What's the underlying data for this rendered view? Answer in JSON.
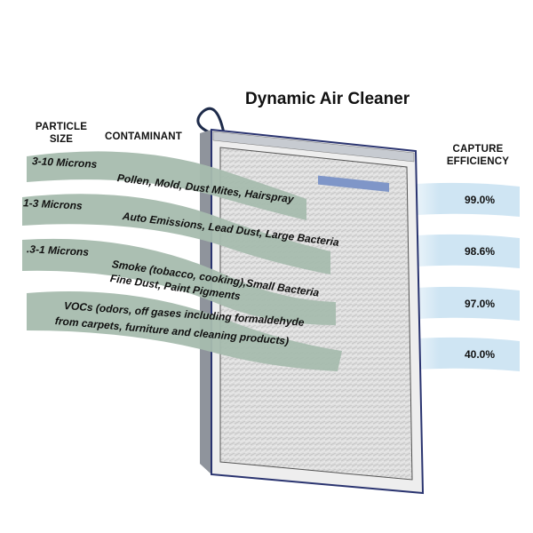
{
  "diagram": {
    "title": "Dynamic Air Cleaner",
    "headers": {
      "particle_size": [
        "PARTICLE",
        "SIZE"
      ],
      "contaminant": "CONTAMINANT",
      "capture_efficiency": [
        "CAPTURE",
        "EFFICIENCY"
      ]
    },
    "rows": [
      {
        "size": "3-10 Microns",
        "contaminant": [
          "Pollen, Mold, Dust Mites, Hairspray"
        ],
        "efficiency": "99.0%"
      },
      {
        "size": "1-3 Microns",
        "contaminant": [
          "Auto Emissions, Lead Dust, Large Bacteria"
        ],
        "efficiency": "98.6%"
      },
      {
        "size": ".3-1  Microns",
        "contaminant": [
          "Smoke (tobacco, cooking),Small Bacteria",
          "Fine Dust, Paint Pigments"
        ],
        "efficiency": "97.0%"
      },
      {
        "size": "",
        "contaminant": [
          "VOCs (odors, off gases including formaldehyde",
          "from carpets, furniture and cleaning products)"
        ],
        "efficiency": "40.0%"
      }
    ],
    "colors": {
      "stream": "#a7bcae",
      "output_band": "#cfe5f3",
      "filter_frame": "#2a3470",
      "filter_media": "#dcdcdc"
    }
  }
}
